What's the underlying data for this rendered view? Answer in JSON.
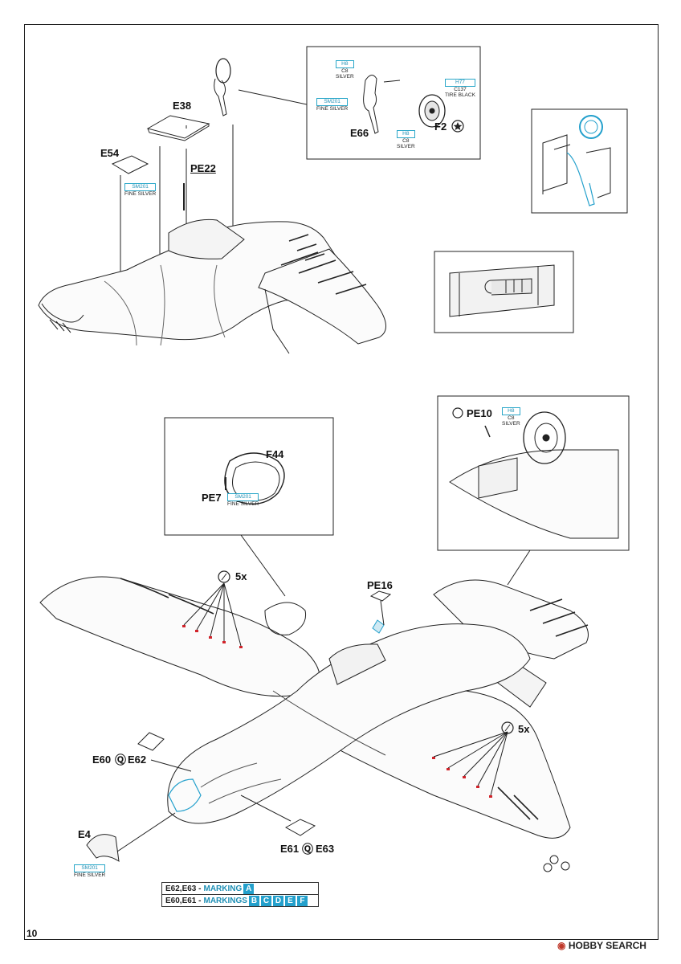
{
  "page_number": "10",
  "watermark": {
    "brand": "HOBBY SEARCH"
  },
  "parts": {
    "e38": "E38",
    "e54": "E54",
    "pe22": "PE22",
    "e66": "E66",
    "f2": "F2",
    "f44": "F44",
    "pe7": "PE7",
    "pe10": "PE10",
    "pe16": "PE16",
    "e60": "E60",
    "e62": "E62",
    "e61": "E61",
    "e63": "E63",
    "e4": "E4"
  },
  "paints": {
    "sm201_top": {
      "code": "SM201",
      "name": "FINE SILVER"
    },
    "h8_inset": {
      "code": "H8",
      "color": "C8",
      "name": "SILVER"
    },
    "sm201_inset": {
      "code": "SM201",
      "name": "FINE SILVER"
    },
    "h77_inset": {
      "code": "H77",
      "color": "C137",
      "name": "TIRE BLACK"
    },
    "h8_inset2": {
      "code": "H8",
      "color": "C8",
      "name": "SILVER"
    },
    "sm201_f44": {
      "code": "SM201",
      "name": "FINE SILVER"
    },
    "h8_pe10": {
      "code": "H8",
      "color": "C8",
      "name": "SILVER"
    },
    "sm201_e4": {
      "code": "SM201",
      "name": "FINE SILVER"
    }
  },
  "counts": {
    "top": "5x",
    "right": "5x"
  },
  "markings": {
    "row1": {
      "parts": "E62,E63 -",
      "label": "MARKING",
      "boxes": [
        "A"
      ]
    },
    "row2": {
      "parts": "E60,E61 -",
      "label": "MARKINGS",
      "boxes": [
        "B",
        "C",
        "D",
        "E",
        "F"
      ]
    }
  },
  "colors": {
    "accent": "#23a0cc",
    "line": "#222222"
  }
}
